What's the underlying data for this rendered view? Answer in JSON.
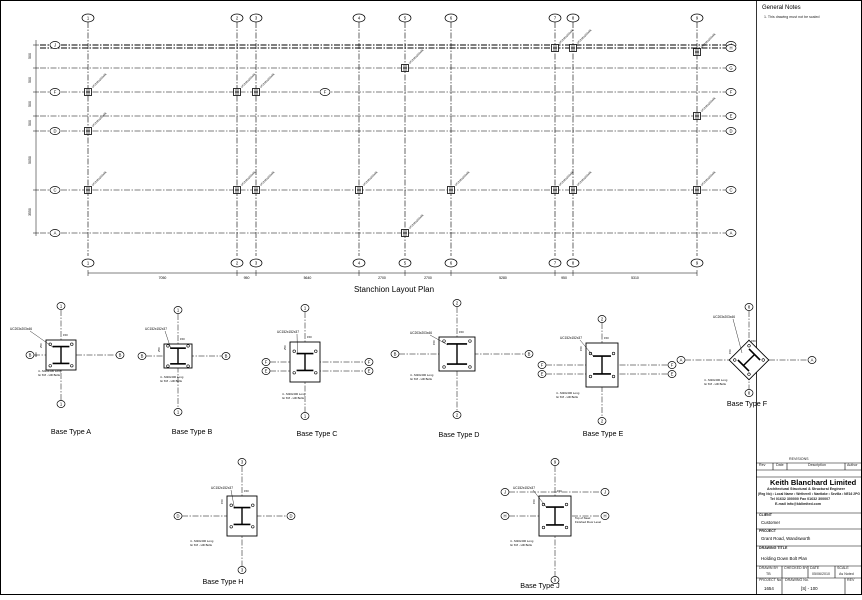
{
  "plan": {
    "title": "Stanchion Layout Plan",
    "grid_cols": [
      "1",
      "2",
      "3",
      "4",
      "5",
      "6",
      "7",
      "8",
      "9"
    ],
    "grid_rows": [
      "A",
      "B",
      "C",
      "D",
      "E",
      "F",
      "G",
      "H",
      "J"
    ],
    "col_dims": [
      "7050",
      "950",
      "5640",
      "2700",
      "2700",
      "5280",
      "950",
      "5310"
    ],
    "row_dims": [
      "500",
      "500",
      "500",
      "500",
      "5050",
      "3550"
    ],
    "col_labels": [
      "UC203x203x46",
      "UC203x203x46",
      "UC203x203x46",
      "UC203x203x46",
      "UC203x203x46",
      "UC203x203x46",
      "UC203x203x46",
      "UC203x203x46"
    ]
  },
  "bases": {
    "a": {
      "label": "Base Type A",
      "section": "UC203x203x46",
      "bolts": "4 - M20x300 Long\nGr 8.8 - HD Bolts",
      "dim1": "150",
      "dim2": "250",
      "dim3": "600"
    },
    "b": {
      "label": "Base Type B",
      "section": "UC152x152x37",
      "bolts": "4 - M20x300 Long\nGr 8.8 - HD Bolts",
      "dim1": "150",
      "dim2": "250"
    },
    "c": {
      "label": "Base Type C",
      "section": "UC152x152x37",
      "bolts": "4 - M20x300 Long\nGr 8.8 - HD Bolts",
      "dim1": "150",
      "dim2": "250"
    },
    "d": {
      "label": "Base Type D",
      "section": "UC203x203x46",
      "bolts": "4 - M20x300 Long\nGr 8.8 - HD Bolts",
      "dim1": "150",
      "dim2": "150"
    },
    "e": {
      "label": "Base Type E",
      "section": "UC152x152x37",
      "bolts": "4 - M20x300 Long\nGr 8.8 - HD Bolts",
      "dim1": "150",
      "dim2": "150"
    },
    "f": {
      "label": "Base Type F",
      "section": "UC203x203x46",
      "bolts": "4 - M20x300 Long\nGr 8.8 - HD Bolts",
      "dim1": "150",
      "dim2": "150"
    },
    "h": {
      "label": "Base Type H",
      "section": "UC152x152x37",
      "bolts": "4 - M20x300 Long\nGr 8.8 - HD Bolts",
      "dim1": "150",
      "dim2": "150"
    },
    "j": {
      "label": "Base Type J",
      "section": "UC152x152x37",
      "bolts": "4 - M20x300 Long\nGr 8.8 - HD Bolts",
      "dim1": "150",
      "dim2": "150",
      "note": "Top of Steel\nFinished Floor Level"
    }
  },
  "notes": {
    "title": "General Notes",
    "items": [
      "1. This drawing must not be scaled"
    ]
  },
  "titleblock": {
    "rev_headers": [
      "Rev",
      "Date",
      "Description",
      "Author"
    ],
    "revision_tag": "REVISIONS",
    "company": "Keith Blanchard Limited",
    "sub1": "Architectural Structural & Structural Engineer",
    "sub2": "(Reg No) • Local Name • Wetherell • Nantlake • Sevilla • NE16 2PG",
    "sub3": "Tel 01632 300000     Fax 01632 300007",
    "sub4": "E-mail  info@kblimited.com",
    "client_label": "CLIENT",
    "client": "Customer",
    "project_label": "PROJECT",
    "project": "Grant Road, Wandsworth",
    "drawing_label": "DRAWING TITLE",
    "drawing": "Holding Down Bolt Plan",
    "drawn_label": "DRAWN BY",
    "drawn": "TB",
    "checked_label": "CHECKED BY",
    "checked": "",
    "date_label": "DATE",
    "date": "05/06/2010",
    "scale_label": "SCALE",
    "scale": "As Noted",
    "projno_label": "PROJECT No.",
    "projno": "1654",
    "drawingno_label": "DRAWING No.",
    "drawingno": "[S] - 100",
    "rev_label": "REV",
    "rev": ""
  }
}
